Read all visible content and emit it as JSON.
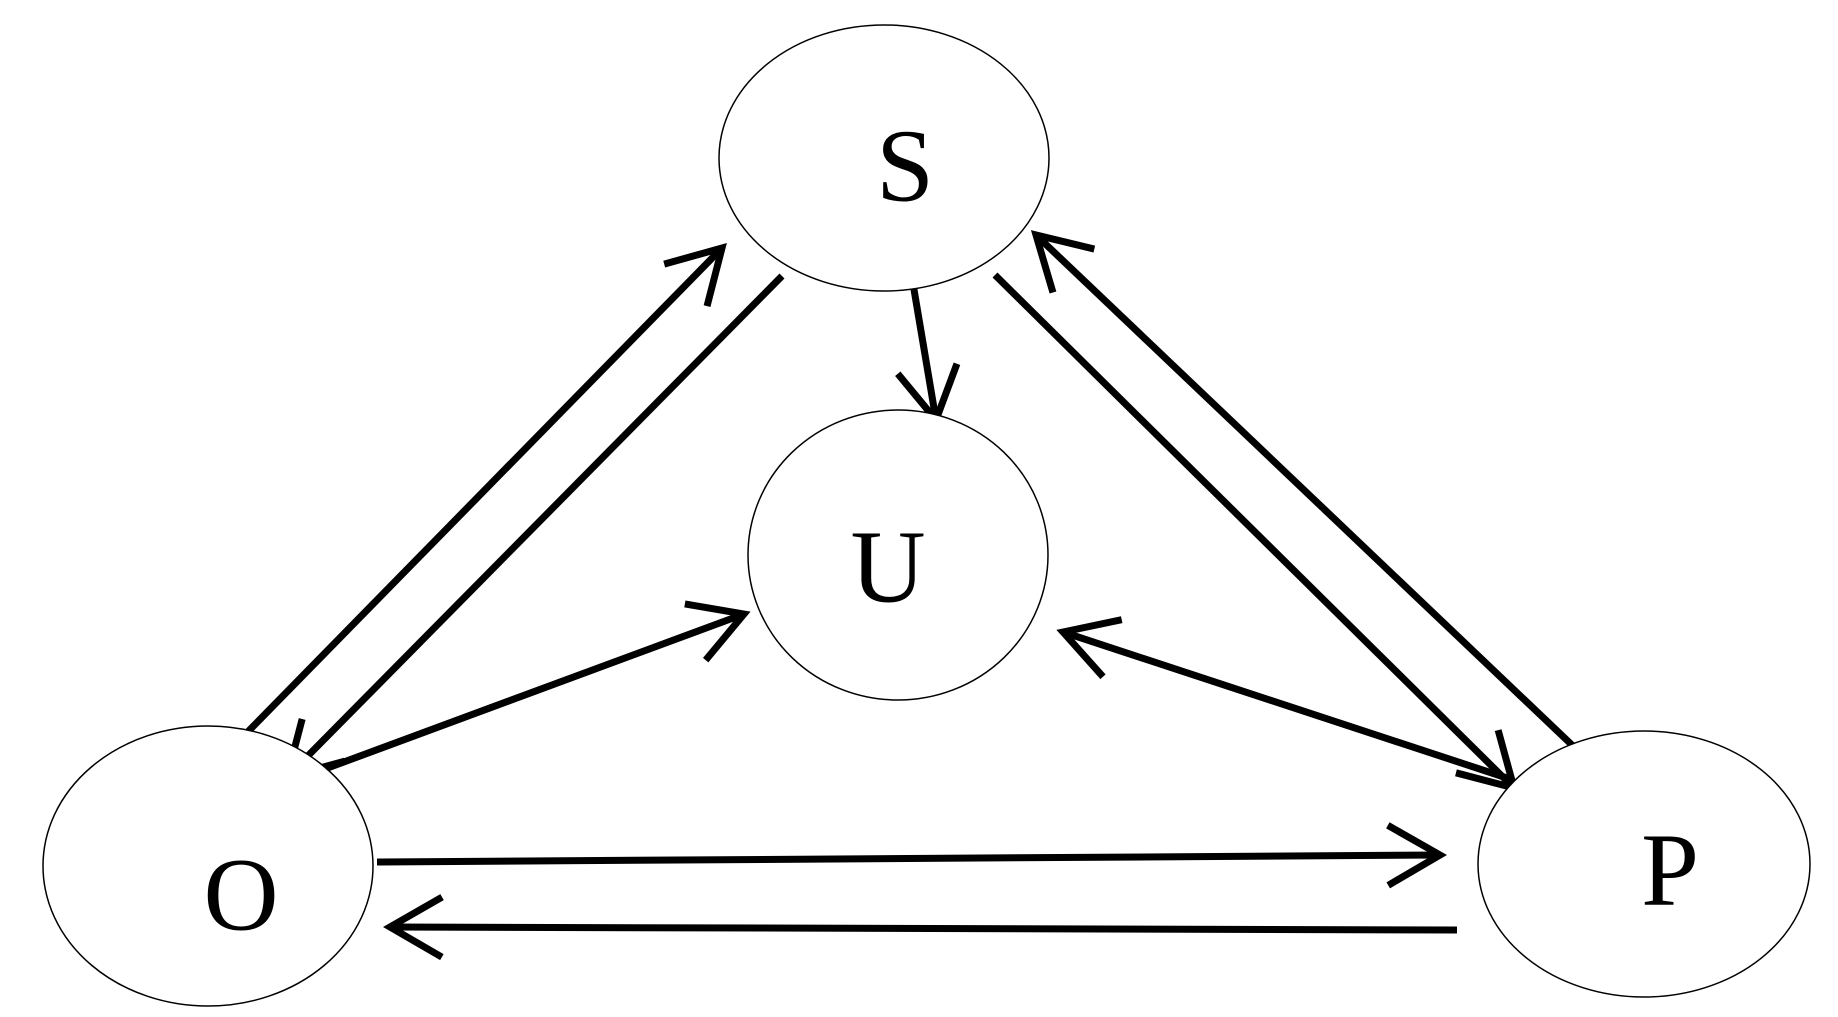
{
  "nodes": [
    {
      "id": "S",
      "label": "S"
    },
    {
      "id": "U",
      "label": "U"
    },
    {
      "id": "O",
      "label": "O"
    },
    {
      "id": "P",
      "label": "P"
    }
  ],
  "edges": [
    {
      "from": "O",
      "to": "S"
    },
    {
      "from": "S",
      "to": "O"
    },
    {
      "from": "S",
      "to": "U"
    },
    {
      "from": "S",
      "to": "P"
    },
    {
      "from": "P",
      "to": "S"
    },
    {
      "from": "O",
      "to": "U"
    },
    {
      "from": "P",
      "to": "U"
    },
    {
      "from": "O",
      "to": "P"
    },
    {
      "from": "P",
      "to": "O"
    }
  ],
  "colors": {
    "stroke": "#000000",
    "background": "#ffffff"
  }
}
